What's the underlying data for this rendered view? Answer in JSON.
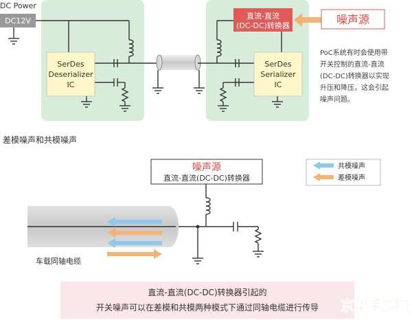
{
  "top": {
    "dc_power": "DC Power",
    "dc12v": "DC12V",
    "deserializer": [
      "SerDes",
      "Deserializer",
      "IC"
    ],
    "serializer": [
      "SerDes",
      "Serializer",
      "IC"
    ],
    "dcdc_box": [
      "直流-直流",
      "(DC-DC)转换器"
    ],
    "noise_source": "噪声源",
    "description": [
      "PoC系统有时会使用带",
      "开关控制的直流-直流",
      "(DC-DC)转换器以实现",
      "升压和降压，这会引起",
      "噪声问题。"
    ]
  },
  "section_title": "差模噪声和共模噪声",
  "bottom": {
    "noise_title": "噪声源",
    "noise_subtitle": "直流-直流(DC-DC)转换器",
    "legend": {
      "common": "共模噪声",
      "differential": "差模噪声"
    },
    "cable_label": "车载同轴电缆",
    "caption": [
      "直流-直流(DC-DC)转换器引起的",
      "开关噪声可以在差模和共模两种模式下通过同轴电缆进行传导"
    ]
  },
  "watermark": "京华手游网",
  "colors": {
    "panel_green": "#d8ecdc",
    "ic_yellow": "#fdf6c8",
    "dcdc_red": "#e05a57",
    "noise_red": "#e0463f",
    "common_blue": "#8ec8ec",
    "diff_orange": "#f2b375",
    "caption_pink": "#fbe7ea",
    "watermark_orange": "#f08c1a"
  }
}
